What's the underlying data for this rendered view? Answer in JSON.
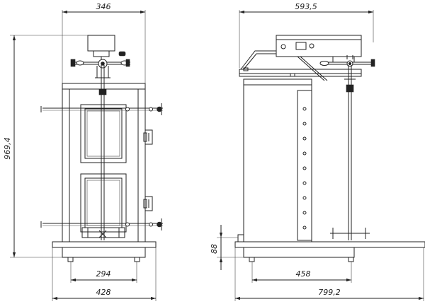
{
  "dimensions": {
    "front_top_width": "346",
    "side_top_width": "593,5",
    "front_height": "969,4",
    "side_base_height": "88",
    "front_base_inner": "294",
    "front_base_outer": "428",
    "side_base_inner": "458",
    "side_overall": "799,2"
  },
  "colors": {
    "line": "#222222",
    "background": "#ffffff"
  }
}
